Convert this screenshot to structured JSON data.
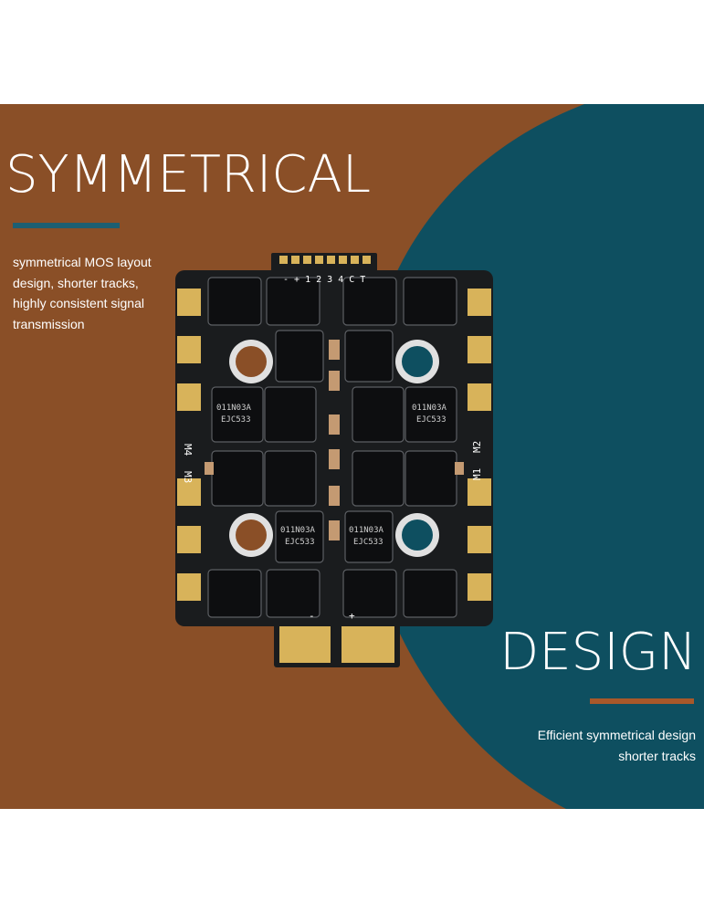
{
  "headline_left": "SYMMETRICAL",
  "headline_right": "DESIGN",
  "caption_left": [
    "symmetrical MOS layout",
    "design, shorter tracks,",
    "highly consistent signal",
    "transmission"
  ],
  "caption_right": [
    "Efficient symmetrical design",
    "shorter tracks"
  ],
  "pcb": {
    "top_pads": "- + 1 2 3 4 C T",
    "left_labels": [
      "M4",
      "M3"
    ],
    "right_labels": [
      "M2",
      "M1"
    ],
    "chip_code": "011N03A",
    "chip_sub": "EJC533",
    "bottom_minus": "-",
    "bottom_plus": "+"
  },
  "colors": {
    "brown": "#8a4f27",
    "teal": "#0e4f60",
    "accent_teal": "#1c5f72",
    "accent_orange": "#a8582a",
    "board": "#1a1c1e",
    "gold": "#d8b35a"
  }
}
